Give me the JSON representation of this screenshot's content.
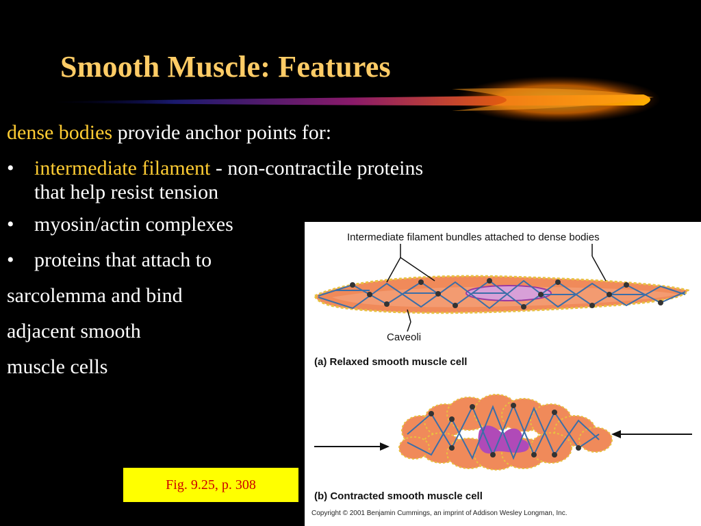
{
  "slide": {
    "title": "Smooth Muscle: Features",
    "intro": {
      "highlight": "dense bodies",
      "rest": " provide anchor points for:"
    },
    "bullets": [
      {
        "highlight": "intermediate filament",
        "rest": " - non-contractile proteins",
        "continuation": "that help resist tension"
      },
      {
        "highlight": "",
        "rest": "myosin/actin complexes",
        "continuation": ""
      },
      {
        "highlight": "",
        "rest": "proteins that attach to",
        "continuation": ""
      }
    ],
    "trailing_lines": [
      "sarcolemma and bind",
      "adjacent smooth",
      "muscle cells"
    ],
    "bullet_symbol": "•",
    "figure_reference": "Fig. 9.25, p. 308"
  },
  "figure": {
    "label_top": "Intermediate filament bundles attached to dense bodies",
    "label_caveoli": "Caveoli",
    "caption_a": "(a)  Relaxed smooth muscle cell",
    "caption_b": "(b)  Contracted smooth muscle cell",
    "copyright": "Copyright © 2001 Benjamin Cummings, an imprint of Addison Wesley Longman, Inc."
  },
  "colors": {
    "title": "#ffcc66",
    "accent": "#ffcc33",
    "text": "#ffffff",
    "background": "#000000",
    "figref_bg": "#ffff00",
    "figref_text": "#cc0000",
    "cell": "#f08a5a",
    "filament": "#3a6ea8",
    "dense_body": "#333333",
    "nucleus": "#b04ab8"
  }
}
